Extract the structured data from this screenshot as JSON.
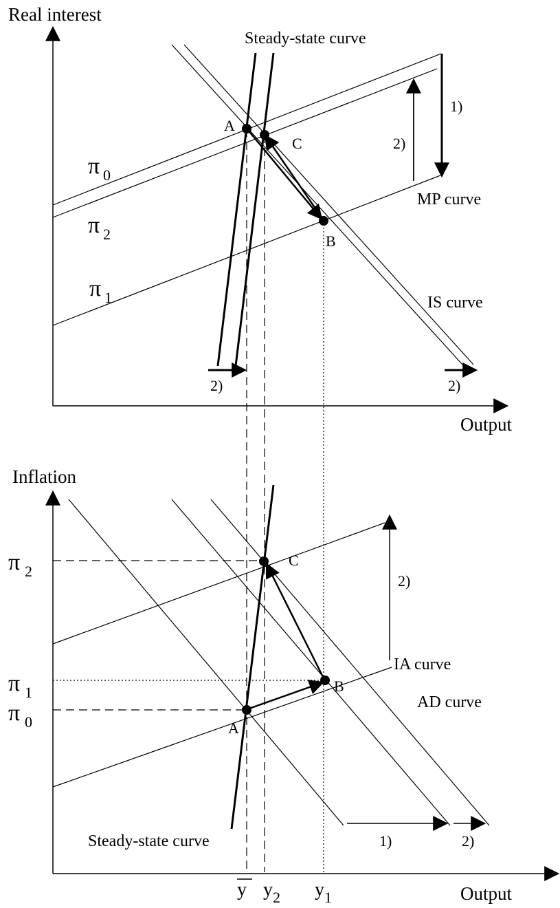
{
  "top_panel": {
    "y_axis_title": "Real interest",
    "x_axis_title": "Output",
    "steady_state_label": "Steady-state curve",
    "mp_label": "MP curve",
    "is_label": "IS curve",
    "pi0_symbol": "π",
    "pi0_sub": "0",
    "pi2_symbol": "π",
    "pi2_sub": "2",
    "pi1_symbol": "π",
    "pi1_sub": "1",
    "point_a": "A",
    "point_b": "B",
    "point_c": "C",
    "shift_1": "1)",
    "shift_2_mp": "2)",
    "shift_2_ss": "2)",
    "shift_2_is": "2)"
  },
  "bottom_panel": {
    "y_axis_title": "Inflation",
    "x_axis_title": "Output",
    "steady_state_label": "Steady-state curve",
    "ia_label": "IA curve",
    "ad_label": "AD curve",
    "pi2_symbol": "π",
    "pi2_sub": "2",
    "pi1_symbol": "π",
    "pi1_sub": "1",
    "pi0_symbol": "π",
    "pi0_sub": "0",
    "point_a": "A",
    "point_b": "B",
    "point_c": "C",
    "shift_2_ia": "2)",
    "shift_1_ad": "1)",
    "shift_2_ad": "2)",
    "tick_ybar": "y",
    "tick_y2": "y",
    "tick_y2_sub": "2",
    "tick_y1": "y",
    "tick_y1_sub": "1"
  }
}
